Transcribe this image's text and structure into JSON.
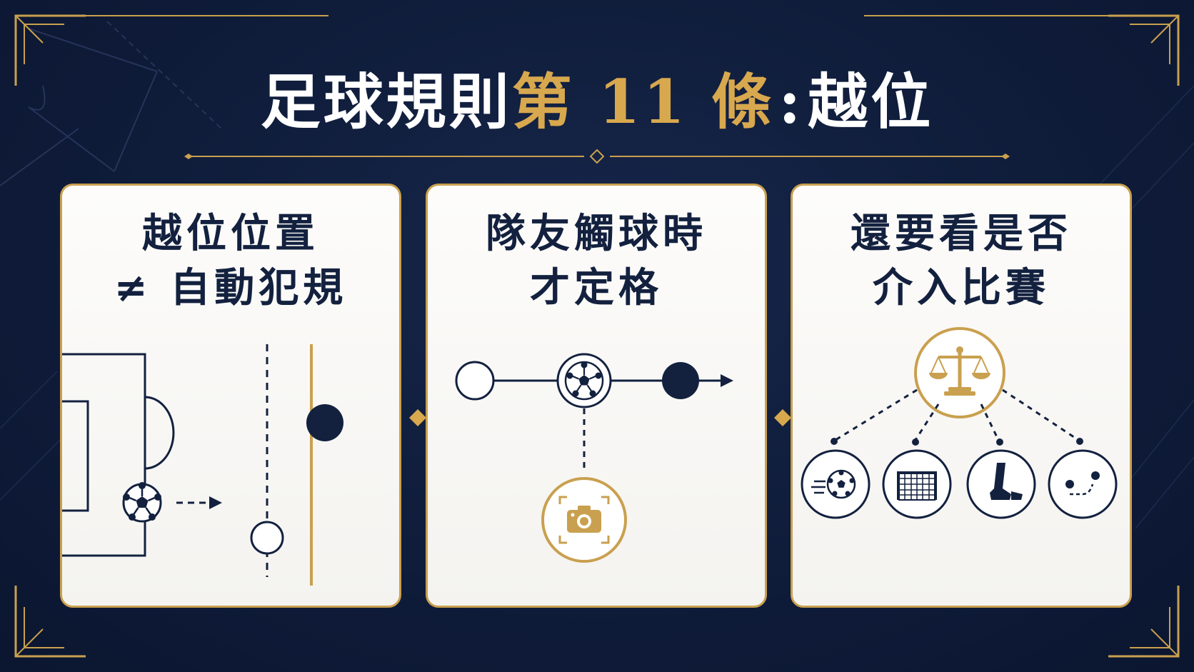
{
  "header": {
    "title_part1": "足球規則",
    "title_part2": "第 11 條",
    "title_colon": ":",
    "title_part3": "越位"
  },
  "cards": [
    {
      "line1": "越位位置",
      "line2": "≠ 自動犯規"
    },
    {
      "line1": "隊友觸球時",
      "line2": "才定格"
    },
    {
      "line1": "還要看是否",
      "line2": "介入比賽"
    }
  ],
  "icons": {
    "card1": [
      "penalty-box",
      "soccer-ball-icon",
      "dashed-arrow",
      "offside-line",
      "defender-dot",
      "attacker-dot"
    ],
    "card2": [
      "teammate-circle",
      "soccer-ball-icon",
      "receiver-dot",
      "arrow-right",
      "camera-icon"
    ],
    "card3": [
      "scales-icon",
      "ball-speed-icon",
      "goal-icon",
      "leg-tackle-icon",
      "path-icon"
    ]
  },
  "colors": {
    "navy_bg": "#0f1c3a",
    "gold": "#d8a84e",
    "card_bg": "#f7f6f3",
    "ink": "#13213f"
  }
}
